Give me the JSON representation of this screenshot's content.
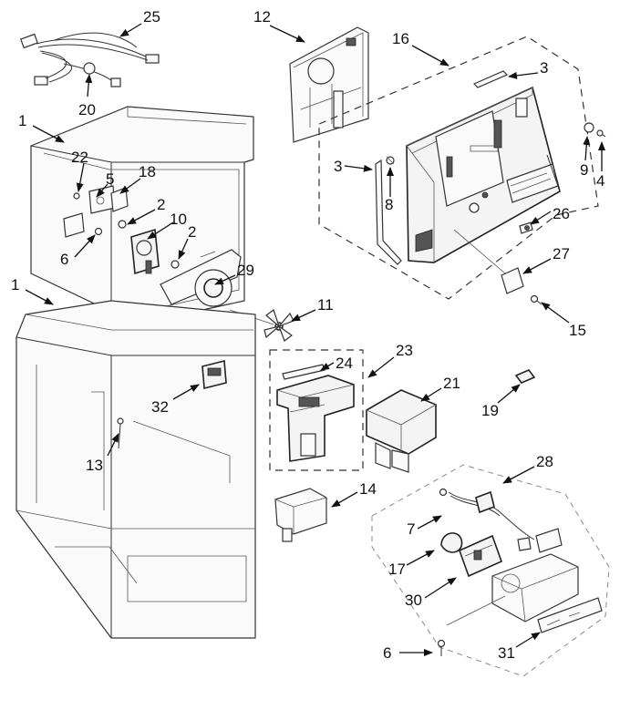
{
  "diagram": {
    "callouts": {
      "c1a": "1",
      "c1b": "1",
      "c2a": "2",
      "c2b": "2",
      "c3a": "3",
      "c3b": "3",
      "c4": "4",
      "c5": "5",
      "c6a": "6",
      "c6b": "6",
      "c7": "7",
      "c8": "8",
      "c9": "9",
      "c10": "10",
      "c11": "11",
      "c12": "12",
      "c13": "13",
      "c14": "14",
      "c15": "15",
      "c16": "16",
      "c17": "17",
      "c18": "18",
      "c19": "19",
      "c20": "20",
      "c21": "21",
      "c22": "22",
      "c23": "23",
      "c24": "24",
      "c25": "25",
      "c26": "26",
      "c27": "27",
      "c28": "28",
      "c29": "29",
      "c30": "30",
      "c31": "31",
      "c32": "32"
    }
  }
}
